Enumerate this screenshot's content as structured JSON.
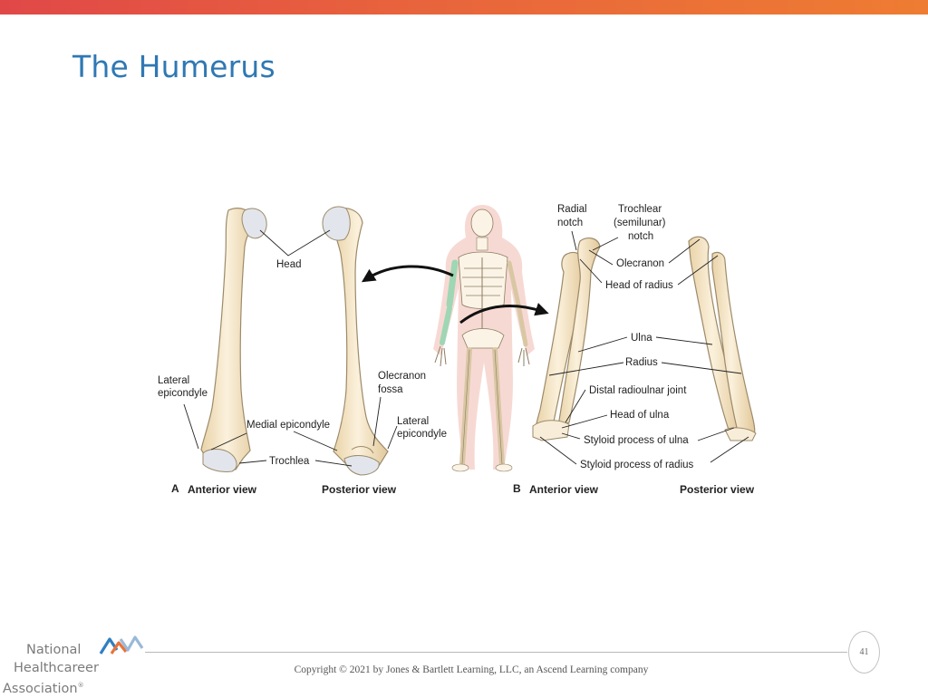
{
  "slide": {
    "title": "The Humerus",
    "page_number": "41",
    "copyright": "Copyright © 2021 by Jones & Bartlett Learning, LLC, an Ascend Learning company"
  },
  "logo": {
    "line1": "National",
    "line2": "Healthcareer",
    "line3": "Association",
    "registered": "®",
    "colors": [
      "#2f7fc1",
      "#e8743a",
      "#9ab9d8"
    ]
  },
  "figure": {
    "panel_a": {
      "letter": "A",
      "anterior": "Anterior view",
      "posterior": "Posterior view",
      "labels": {
        "head": "Head",
        "lateral_epicondyle_1": "Lateral",
        "lateral_epicondyle_2": "epicondyle",
        "medial_epicondyle": "Medial epicondyle",
        "trochlea": "Trochlea",
        "olecranon_fossa_1": "Olecranon",
        "olecranon_fossa_2": "fossa",
        "lateral_epicondyle_post_1": "Lateral",
        "lateral_epicondyle_post_2": "epicondyle"
      }
    },
    "panel_b": {
      "letter": "B",
      "anterior": "Anterior view",
      "posterior": "Posterior view",
      "labels": {
        "radial_notch_1": "Radial",
        "radial_notch_2": "notch",
        "trochlear_notch_1": "Trochlear",
        "trochlear_notch_2": "(semilunar)",
        "trochlear_notch_3": "notch",
        "olecranon": "Olecranon",
        "head_of_radius": "Head of radius",
        "ulna": "Ulna",
        "radius": "Radius",
        "distal_radioulnar_joint": "Distal radioulnar joint",
        "head_of_ulna": "Head of ulna",
        "styloid_ulna": "Styloid process of ulna",
        "styloid_radius": "Styloid process of radius"
      }
    },
    "colors": {
      "bone": "#f3e3c4",
      "bone_outline": "#9c8a6a",
      "cartilage": "#e2e6ec",
      "highlight": "#9fd6b4",
      "body_silhouette": "#f6d2cc"
    }
  }
}
